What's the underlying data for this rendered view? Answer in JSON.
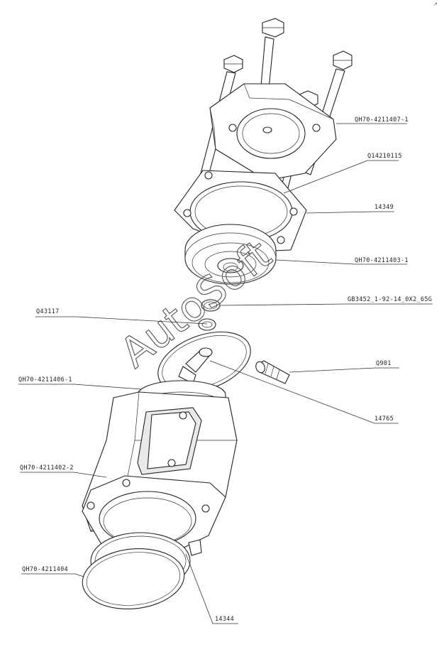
{
  "watermark": "AutoSoft",
  "corner_mark": "↗",
  "parts": [
    {
      "id": "p1",
      "label": "QH70-4211407-1"
    },
    {
      "id": "p2",
      "label": "Q14210115"
    },
    {
      "id": "p3",
      "label": "14349"
    },
    {
      "id": "p4",
      "label": "QH70-4211403-1"
    },
    {
      "id": "p5",
      "label": "GB3452_1-92-14_0X2_65G"
    },
    {
      "id": "p6",
      "label": "Q43117"
    },
    {
      "id": "p7",
      "label": "Q901"
    },
    {
      "id": "p8",
      "label": "QH70-4211406-1"
    },
    {
      "id": "p9",
      "label": "14765"
    },
    {
      "id": "p10",
      "label": "QH70-4211402-2"
    },
    {
      "id": "p11",
      "label": "QH70-4211404"
    },
    {
      "id": "p12",
      "label": "14344"
    }
  ]
}
